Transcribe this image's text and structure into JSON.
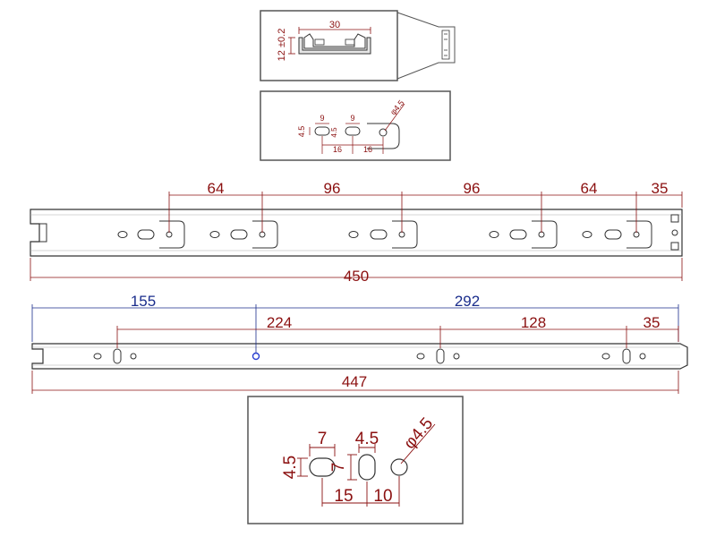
{
  "colors": {
    "dimension": "#8b1010",
    "blue_dimension": "#1a2d8c",
    "outline": "#333333",
    "light": "#888888",
    "hole_blue": "#2a3fd1"
  },
  "section_view": {
    "width": "30",
    "height": "12 ±0.2"
  },
  "detail_top": {
    "slot_width_a": "9",
    "slot_width_b": "9",
    "slot_height_a": "4.5",
    "slot_height_b": "4.5",
    "hole_diameter": "φ4.5",
    "pitch_a": "16",
    "pitch_b": "16"
  },
  "rail_top": {
    "spacing_1": "64",
    "spacing_2": "96",
    "spacing_3": "96",
    "spacing_4": "64",
    "end_offset": "35",
    "total_length": "450"
  },
  "rail_bottom": {
    "left_to_blue_hole": "155",
    "blue_hole_to_end": "292",
    "spacing_1": "224",
    "spacing_2": "128",
    "end_offset": "35",
    "total_length": "447"
  },
  "detail_bottom": {
    "slot_width": "7",
    "slot_height": "4.5",
    "vslot_width": "4.5",
    "vslot_height": "7",
    "hole_diameter": "φ4.5",
    "pitch_a": "15",
    "pitch_b": "10"
  }
}
